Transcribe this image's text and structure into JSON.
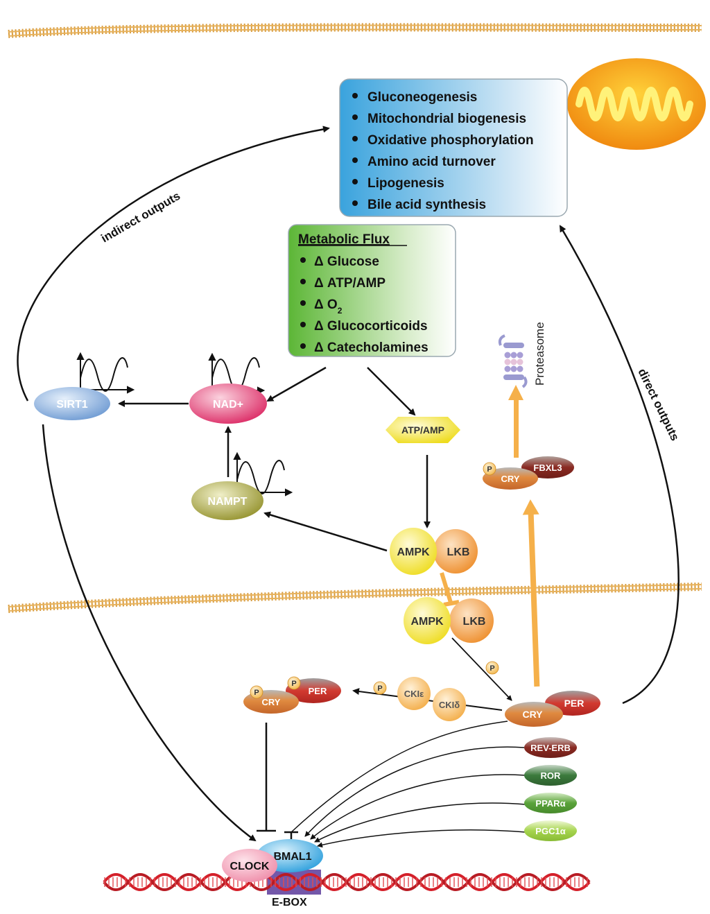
{
  "outputs_box": {
    "items": [
      "Gluconeogenesis",
      "Mitochondrial biogenesis",
      "Oxidative phosphorylation",
      "Amino acid turnover",
      "Lipogenesis",
      "Bile acid synthesis"
    ]
  },
  "flux_box": {
    "title": "Metabolic Flux",
    "items": [
      "Δ Glucose",
      "Δ ATP/AMP",
      "Δ O",
      "Δ Glucocorticoids",
      "Δ Catecholamines"
    ],
    "o2_subscript": "2"
  },
  "labels": {
    "indirect": "indirect outputs",
    "direct": "direct outputs",
    "proteasome": "Proteasome",
    "ebox": "E-BOX",
    "p": "P"
  },
  "nodes": {
    "sirt1": "SIRT1",
    "nad": "NAD+",
    "nampt": "NAMPT",
    "atp_amp": "ATP/AMP",
    "ampk": "AMPK",
    "lkb": "LKB",
    "cry": "CRY",
    "per": "PER",
    "fbxl3": "FBXL3",
    "cki_e": "CKIε",
    "cki_d": "CKIδ",
    "rev_erb": "REV-ERB",
    "ror": "ROR",
    "ppara": "PPARα",
    "pgc1a": "PGC1α",
    "clock": "CLOCK",
    "bmal1": "BMAL1"
  },
  "colors": {
    "membrane": "#d89b3c",
    "blue_box": "#4aa8dc",
    "green_box": "#6cbf45",
    "sirt1": "#7ea7d8",
    "nad": "#e0306a",
    "nampt": "#9c9a3a",
    "atp_amp": "#f2e21a",
    "ampk": "#f0e43a",
    "lkb": "#f29a3a",
    "cry": "#d9773a",
    "per": "#c9302c",
    "fbxl3": "#8a2a22",
    "cki": "#f5b75a",
    "rev_erb": "#8a2a22",
    "ror": "#3b7a3c",
    "ppara": "#5aa33a",
    "pgc1a": "#9fcf4a",
    "clock": "#f29ab0",
    "bmal1": "#39a7e0",
    "dna": "#d4202a",
    "orange_arrow": "#f5b04a"
  }
}
